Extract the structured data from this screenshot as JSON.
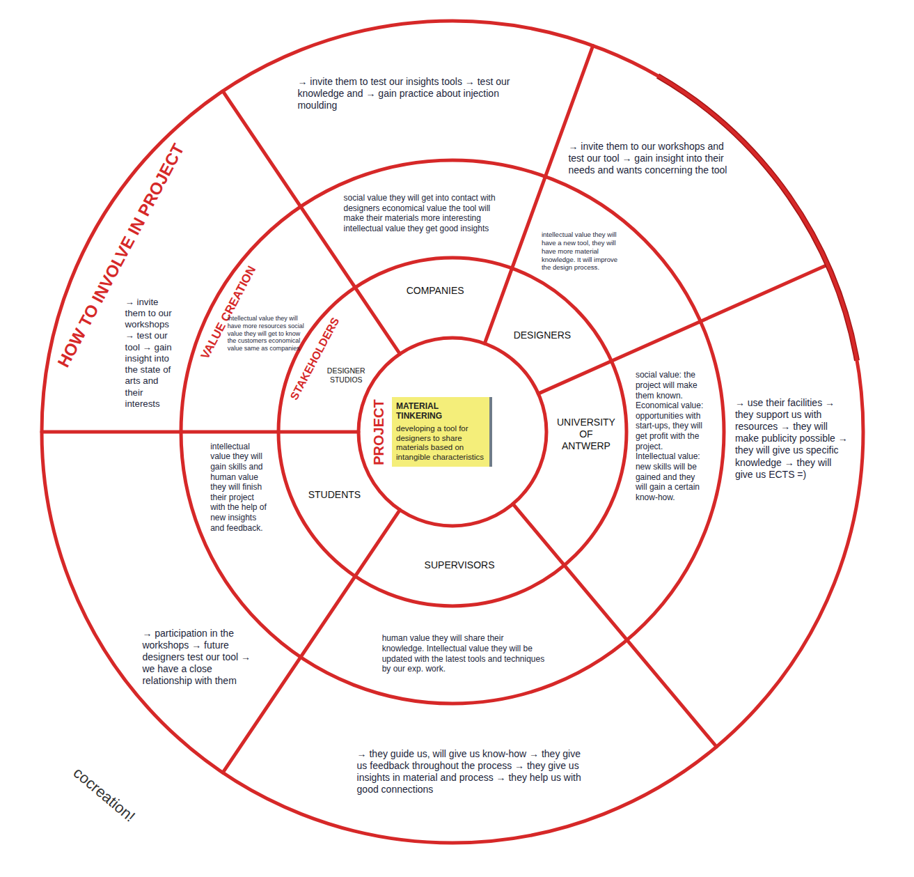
{
  "diagram": {
    "nodes": [
      {
        "text": [
          "HOW TO INVOLVE IN PROJECT"
        ]
      },
      {
        "text": [
          "VALUE CREATION"
        ],
        "in": 0
      },
      {
        "text": [
          "STAKEHOLDERS"
        ],
        "in": 1
      },
      {
        "text": [
          "PROJECT"
        ],
        "in": 2
      },
      {
        "text": [
          "MATERIAL TINKERING",
          "developing a tool for designers to share materials based on intangible characteristics"
        ],
        "in": 3
      },
      {
        "text": [
          "DESIGNER STUDIOS"
        ],
        "in": 2
      },
      {
        "text": [
          "COMPANIES"
        ],
        "in": 2
      },
      {
        "text": [
          "DESIGNERS"
        ],
        "in": 2
      },
      {
        "text": [
          "UNIVERSITY OF ANTWERP"
        ],
        "in": 2
      },
      {
        "text": [
          "SUPERVISORS"
        ],
        "in": 2
      },
      {
        "text": [
          "STUDENTS"
        ],
        "in": 2
      },
      {
        "text": [
          "intellectual value they will have more resources social value they will get to know the customers economical value same as companies"
        ],
        "in": 1
      },
      {
        "text": [
          "social value they will get into contact with designers economical value the tool will make their materials more interesting intellectual value they get good insights"
        ],
        "in": 1
      },
      {
        "text": [
          "intellectual value they will have a new tool, they will have more material knowledge. It will improve the design process."
        ],
        "in": 1
      },
      {
        "text": [
          "social value: the project will make them known. Economical value: opportunities with start-ups, they will get profit with the project. Intellectual value: new skills will be gained and they will gain a certain know-how."
        ],
        "in": 1
      },
      {
        "text": [
          "human value they will share their knowledge. Intellectual value they will be updated with the latest tools and techniques by our exp. work."
        ],
        "in": 1
      },
      {
        "text": [
          "intellectual value they will gain skills and human value they will finish their project with the help of new insights and feedback."
        ],
        "in": 1
      },
      {
        "text": [
          "→ invite them to our workshops → test our tool → gain insight into the state of arts and their interests"
        ],
        "in": 0
      },
      {
        "text": [
          "→ invite them to test our insights tools → test our knowledge and → gain practice about injection moulding"
        ],
        "in": 0
      },
      {
        "text": [
          "→ invite them to our workshops and test our tool → gain insight into their needs and wants concerning the tool"
        ],
        "in": 0
      },
      {
        "text": [
          "→ use their facilities → they support us with resources → they will make publicity possible → they will give us specific knowledge → they will give us ECTS =)"
        ],
        "in": 0
      },
      {
        "text": [
          "→ they guide us, will give us know-how → they give us feedback throughout the process → they give us insights in material and process → they help us with good connections"
        ],
        "in": 0
      },
      {
        "text": [
          "→ participation in the workshops → future designers test our tool → we have a close relationship with them"
        ],
        "in": 0
      }
    ],
    "labels": [
      "cocreation!"
    ]
  }
}
